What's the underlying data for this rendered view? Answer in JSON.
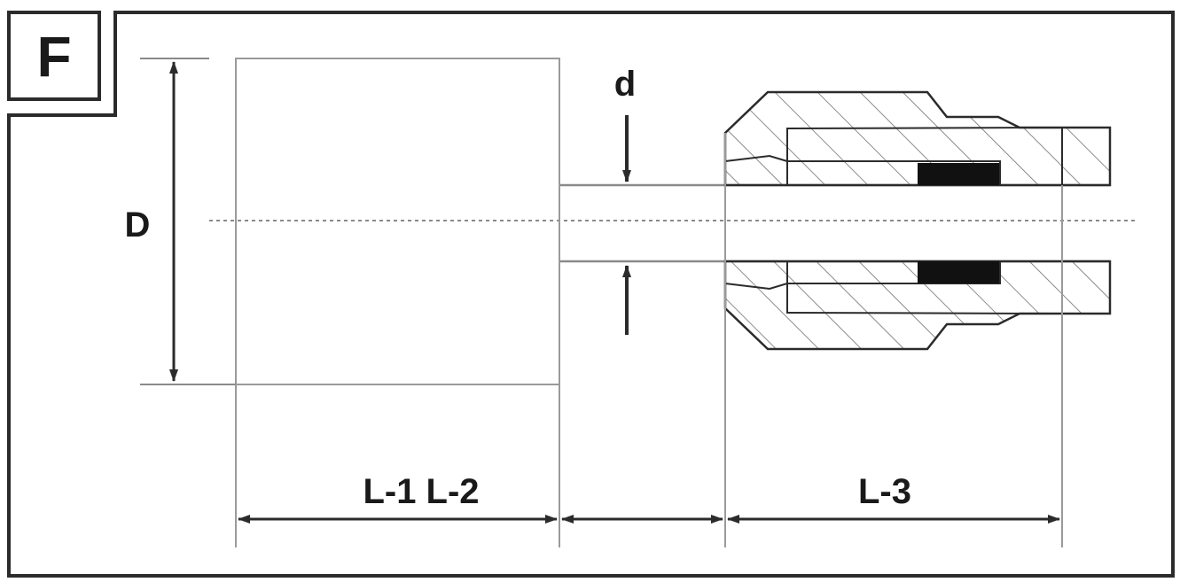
{
  "panel_label": "F",
  "labels": {
    "outer_diameter": "D",
    "tube_diameter": "d",
    "length_1_2": "L-1 L-2",
    "length_3": "L-3"
  },
  "colors": {
    "line": "#2b2b2b",
    "light_line": "#9a9a9a",
    "seal": "#111111",
    "background": "#ffffff"
  }
}
